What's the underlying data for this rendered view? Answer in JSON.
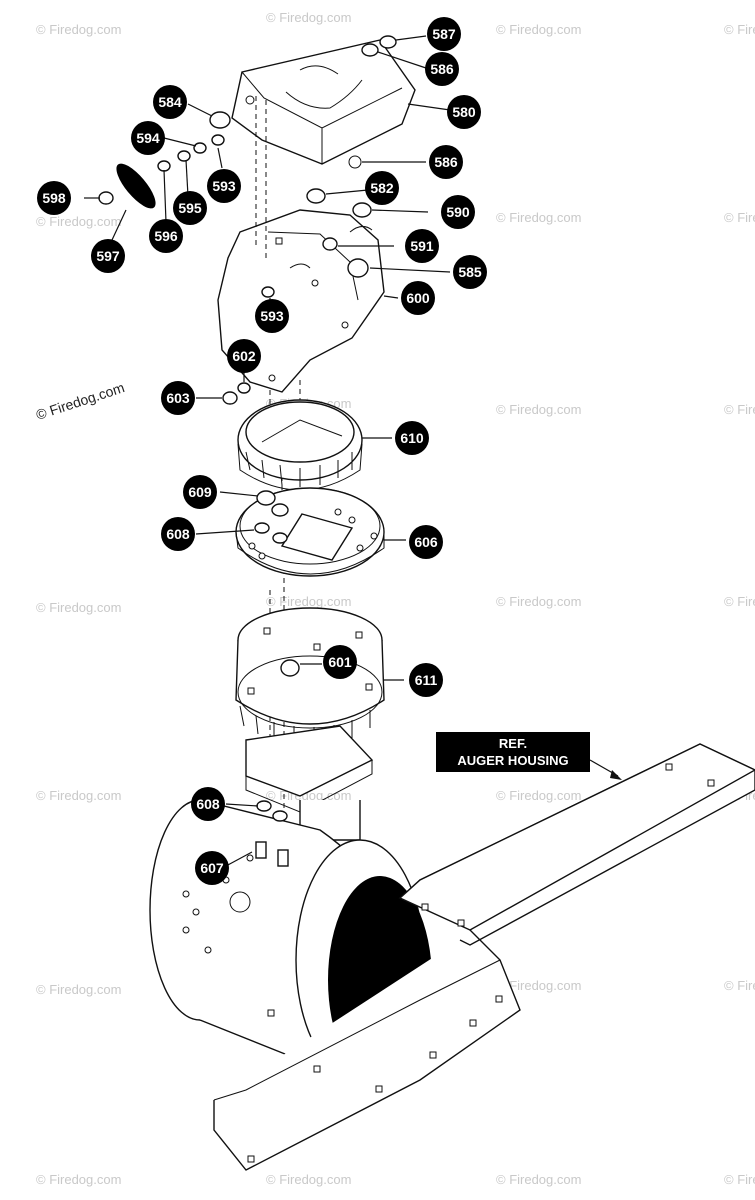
{
  "watermark": {
    "text": "© Firedog.com",
    "primary_text": "© Firedog.com"
  },
  "reference_label": {
    "line1": "REF.",
    "line2": "AUGER HOUSING"
  },
  "callouts": [
    {
      "id": "c587",
      "label": "587"
    },
    {
      "id": "c586a",
      "label": "586"
    },
    {
      "id": "c580",
      "label": "580"
    },
    {
      "id": "c584",
      "label": "584"
    },
    {
      "id": "c594",
      "label": "594"
    },
    {
      "id": "c586b",
      "label": "586"
    },
    {
      "id": "c598",
      "label": "598"
    },
    {
      "id": "c593a",
      "label": "593"
    },
    {
      "id": "c582",
      "label": "582"
    },
    {
      "id": "c595",
      "label": "595"
    },
    {
      "id": "c590",
      "label": "590"
    },
    {
      "id": "c596",
      "label": "596"
    },
    {
      "id": "c591",
      "label": "591"
    },
    {
      "id": "c597",
      "label": "597"
    },
    {
      "id": "c585",
      "label": "585"
    },
    {
      "id": "c600",
      "label": "600"
    },
    {
      "id": "c593b",
      "label": "593"
    },
    {
      "id": "c602",
      "label": "602"
    },
    {
      "id": "c603",
      "label": "603"
    },
    {
      "id": "c610",
      "label": "610"
    },
    {
      "id": "c609",
      "label": "609"
    },
    {
      "id": "c608a",
      "label": "608"
    },
    {
      "id": "c606",
      "label": "606"
    },
    {
      "id": "c601",
      "label": "601"
    },
    {
      "id": "c611",
      "label": "611"
    },
    {
      "id": "c608b",
      "label": "608"
    },
    {
      "id": "c607",
      "label": "607"
    }
  ],
  "colors": {
    "callout_fill": "#000000",
    "callout_text": "#ffffff",
    "line": "#111111",
    "watermark": "#c9c9c9"
  }
}
